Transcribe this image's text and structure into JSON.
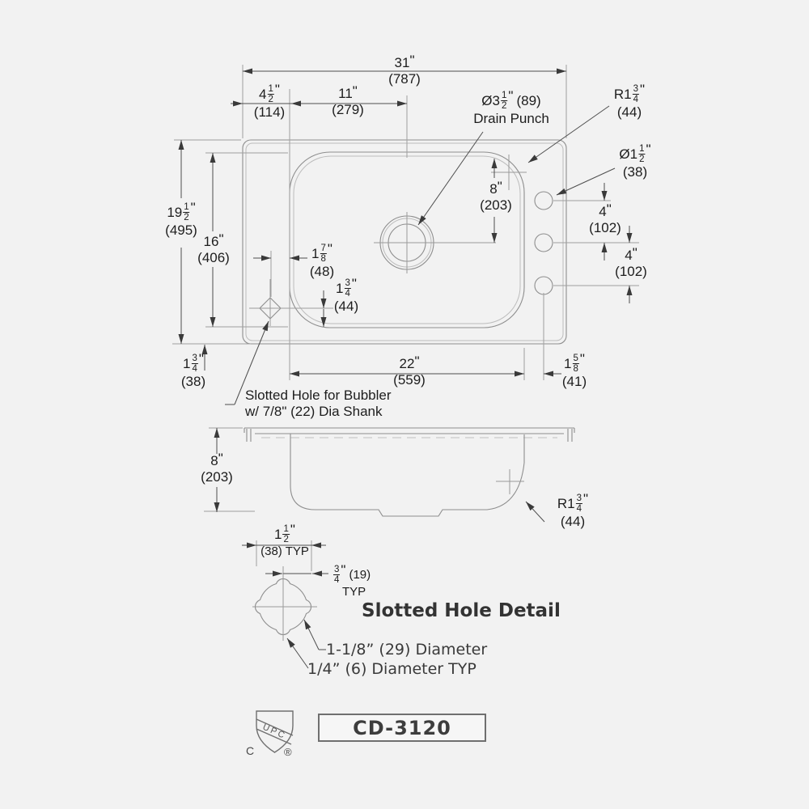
{
  "colors": {
    "background": "#f2f2f2",
    "object_line": "#8e8e8e",
    "dimension_line": "#4e4e4e",
    "text": "#1d1d1d"
  },
  "top_view": {
    "dim_width": {
      "whole": "31",
      "unit": "\"",
      "mm": "(787)"
    },
    "dim_left_offset": {
      "whole": "4",
      "num": "1",
      "den": "2",
      "unit": "\"",
      "mm": "(114)"
    },
    "dim_drain_x": {
      "whole": "11",
      "unit": "\"",
      "mm": "(279)"
    },
    "drain_label": {
      "prefix": "Ø",
      "whole": "3",
      "num": "1",
      "den": "2",
      "unit": "\"",
      "mm": "(89)",
      "caption": "Drain Punch"
    },
    "radius_label": {
      "prefix": "R",
      "whole": "1",
      "num": "3",
      "den": "4",
      "unit": "\"",
      "mm": "(44)"
    },
    "hole_dia_label": {
      "prefix": "Ø",
      "whole": "1",
      "num": "1",
      "den": "2",
      "unit": "\"",
      "mm": "(38)"
    },
    "dim_drain_y": {
      "whole": "8",
      "unit": "\"",
      "mm": "(203)"
    },
    "dim_hole_gap1": {
      "whole": "4",
      "unit": "\"",
      "mm": "(102)"
    },
    "dim_hole_gap2": {
      "whole": "4",
      "unit": "\"",
      "mm": "(102)"
    },
    "dim_height": {
      "whole": "19",
      "num": "1",
      "den": "2",
      "unit": "\"",
      "mm": "(495)"
    },
    "dim_bowl_height": {
      "whole": "16",
      "unit": "\"",
      "mm": "(406)"
    },
    "dim_slot_x": {
      "whole": "1",
      "num": "7",
      "den": "8",
      "unit": "\"",
      "mm": "(48)"
    },
    "dim_slot_y": {
      "whole": "1",
      "num": "3",
      "den": "4",
      "unit": "\"",
      "mm": "(44)"
    },
    "dim_lip": {
      "whole": "1",
      "num": "3",
      "den": "4",
      "unit": "\"",
      "mm": "(38)"
    },
    "dim_bowl_width": {
      "whole": "22",
      "unit": "\"",
      "mm": "(559)"
    },
    "dim_hole_offset": {
      "whole": "1",
      "num": "5",
      "den": "8",
      "unit": "\"",
      "mm": "(41)"
    },
    "bubbler_note_line1": "Slotted Hole for Bubbler",
    "bubbler_note_line2": "w/ 7/8\" (22) Dia Shank"
  },
  "side_view": {
    "dim_depth": {
      "whole": "8",
      "unit": "\"",
      "mm": "(203)"
    },
    "radius_label": {
      "prefix": "R",
      "whole": "1",
      "num": "3",
      "den": "4",
      "unit": "\"",
      "mm": "(44)"
    }
  },
  "detail_view": {
    "title": "Slotted Hole Detail",
    "dim_slot_width": {
      "whole": "1",
      "num": "1",
      "den": "2",
      "unit": "\"",
      "mm": "(38) TYP"
    },
    "dim_notch": {
      "num": "3",
      "den": "4",
      "unit": "\"",
      "mm": "(19)",
      "typ": "TYP"
    },
    "note_large_dia": "1-1/8” (29) Diameter",
    "note_small_dia": "1/4” (6) Diameter TYP"
  },
  "footer": {
    "model": "CD-3120",
    "upc_text": "UPC",
    "c_mark": "C",
    "r_mark": "®"
  }
}
